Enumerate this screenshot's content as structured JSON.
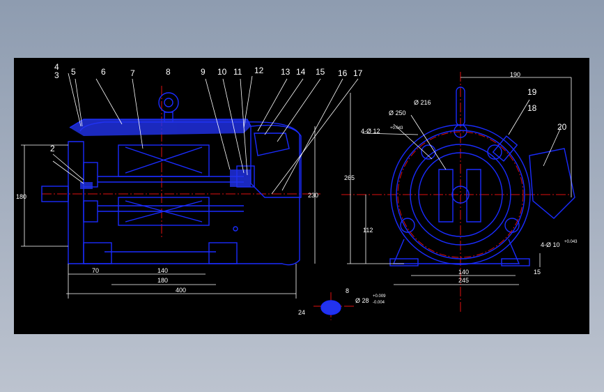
{
  "colors": {
    "background": "#000000",
    "part": "#1a2cff",
    "hatch": "#2233ee",
    "dimension": "#ffffff",
    "centerline": "#e01010",
    "page": "#9aa6b8"
  },
  "part_labels": [
    "4",
    "3",
    "5",
    "6",
    "7",
    "8",
    "9",
    "10",
    "11",
    "12",
    "13",
    "14",
    "15",
    "16",
    "17",
    "19",
    "18",
    "20",
    "2"
  ],
  "side_dimensions": {
    "height": "180",
    "length": "400",
    "mount_a": "70",
    "mount_b": "140",
    "mount_c": "180",
    "overall_h": "230"
  },
  "end_dimensions": {
    "width": "190",
    "height": "265",
    "center": "112",
    "feet_a": "140",
    "feet_b": "245",
    "foot_h": "15"
  },
  "callouts": {
    "d216": "Ø 216",
    "d250": "Ø 250",
    "holes": "4-Ø 12",
    "holes_tol": "+0.043",
    "d10": "4-Ø 10",
    "d10_tol": "+0.043"
  },
  "shaft_section": {
    "key": "8",
    "depth": "24",
    "dia": "Ø 28",
    "tol_up": "+0.009",
    "tol_dn": "-0.004"
  }
}
